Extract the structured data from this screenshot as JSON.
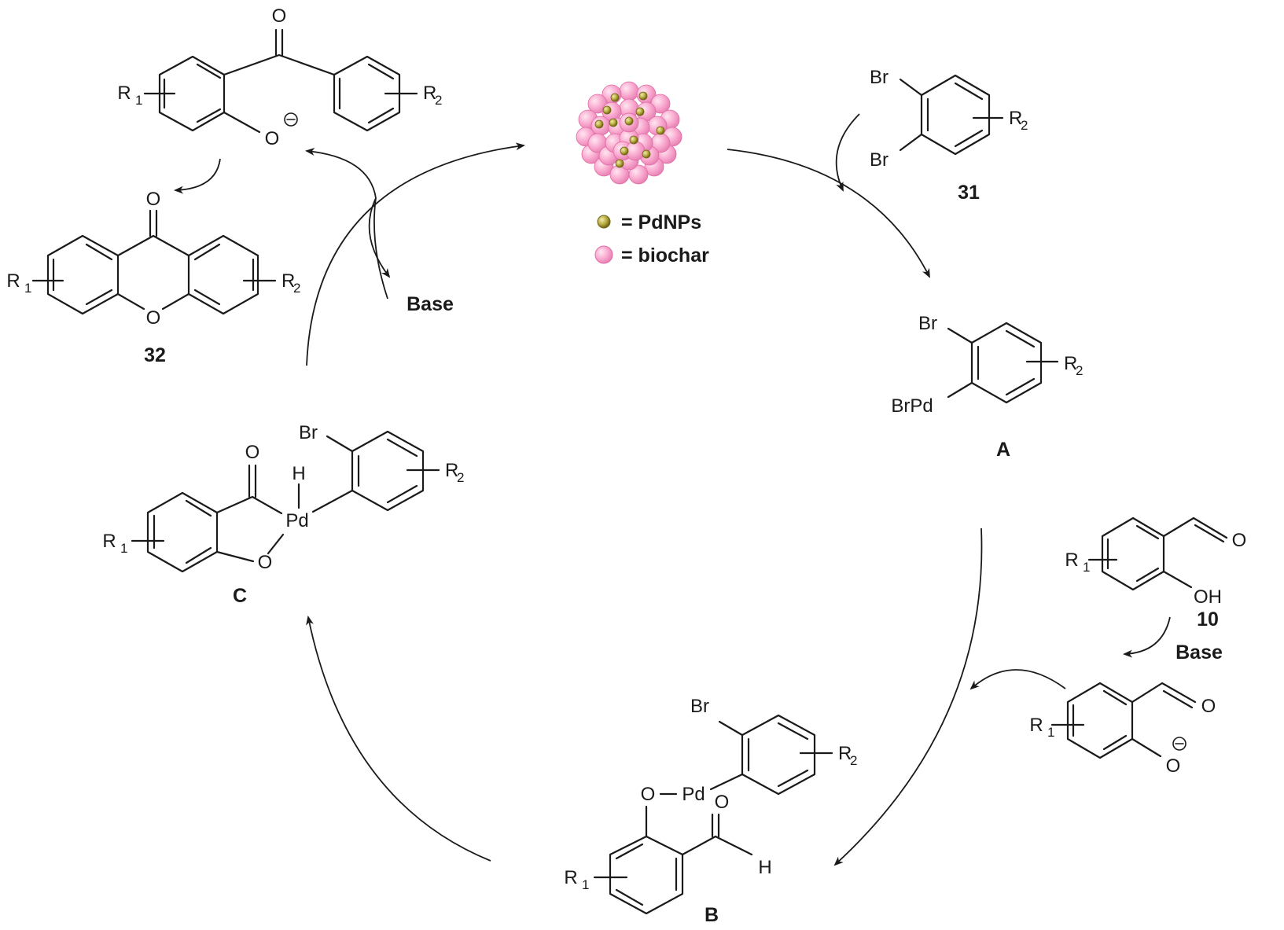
{
  "catalyst": {
    "legend": {
      "pd_label": "= PdNPs",
      "biochar_label": "= biochar"
    },
    "colors": {
      "biochar": "#f9a9cf",
      "biochar_edge": "#e06aa3",
      "pd": "#b5a83a",
      "pd_edge": "#6f6418"
    }
  },
  "atoms": {
    "o": "O",
    "oh": "OH",
    "h": "H",
    "br": "Br",
    "brpd": "BrPd",
    "pd": "Pd",
    "r": "R",
    "one": "1",
    "two": "2"
  },
  "labels": {
    "product": "32",
    "dibromo": "31",
    "salicylaldehyde": "10",
    "int_a": "A",
    "int_b": "B",
    "int_c": "C",
    "base_top": "Base",
    "base_right": "Base"
  }
}
